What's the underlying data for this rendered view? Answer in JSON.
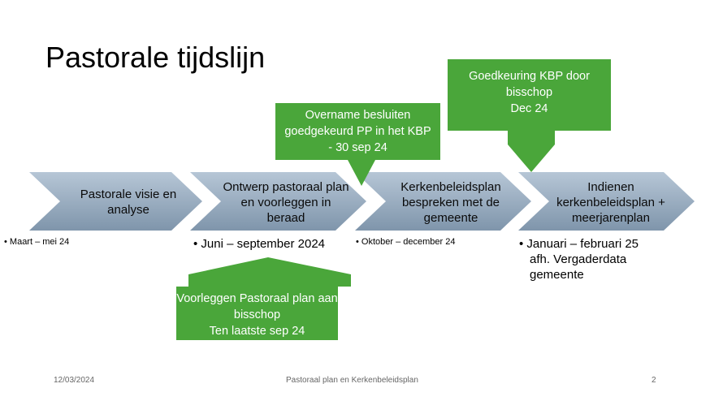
{
  "slide": {
    "title": "Pastorale tijdslijn",
    "colors": {
      "chevron": "#8fa3b8",
      "callout": "#4aa63a"
    }
  },
  "timeline": [
    {
      "label": "Pastorale visie en analyse",
      "date": "• Maart – mei 24"
    },
    {
      "label": "Ontwerp pastoraal plan en voorleggen in beraad",
      "date": "• Juni – september 2024"
    },
    {
      "label": "Kerkenbeleidsplan bespreken met de gemeente",
      "date": "• Oktober – december 24"
    },
    {
      "label": "Indienen kerkenbeleidsplan + meerjarenplan",
      "date_lines": [
        "• Januari – februari 25",
        "afh. Vergaderdata",
        "gemeente"
      ]
    }
  ],
  "callouts": {
    "overname": [
      "Overname besluiten",
      "goedgekeurd PP in het KBP",
      "- 30 sep 24"
    ],
    "goedkeuring": [
      "Goedkeuring KBP door",
      "bisschop",
      "Dec 24"
    ],
    "voorleggen": [
      "Voorleggen Pastoraal plan aan",
      "bisschop",
      "Ten laatste sep 24"
    ]
  },
  "footer": {
    "date": "12/03/2024",
    "center": "Pastoraal plan en Kerkenbeleidsplan",
    "page": "2"
  }
}
